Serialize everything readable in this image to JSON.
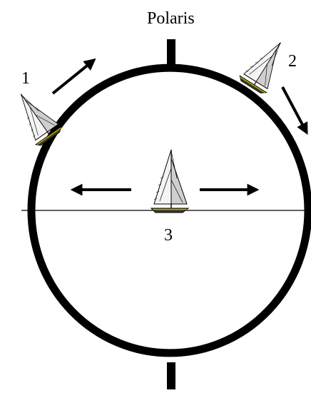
{
  "title": "Polaris",
  "positions": [
    {
      "id": "1",
      "label": "1"
    },
    {
      "id": "2",
      "label": "2"
    },
    {
      "id": "3",
      "label": "3"
    }
  ],
  "colors": {
    "ink": "#000000",
    "background": "#ffffff",
    "keel_highlight": "#c8b400",
    "sail": "#f4f4f4",
    "sail_shade": "#cfcfcf"
  },
  "icons": {
    "vessel": "sailboat-icon",
    "motion": "arrow-icon"
  }
}
